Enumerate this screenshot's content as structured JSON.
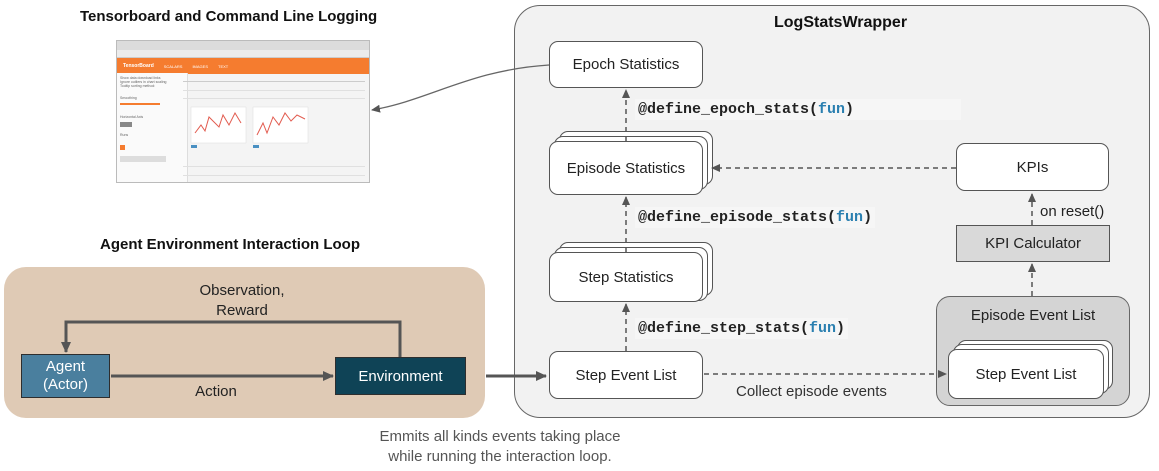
{
  "tensorboard": {
    "title": "Tensorboard and Command Line Logging",
    "brand": "TensorBoard",
    "nav": [
      "SCALARS",
      "IMAGES",
      "TEXT"
    ],
    "sidebar": [
      "Show data download links",
      "Ignore outliers in chart scaling",
      "Tooltip sorting method:",
      "Smoothing",
      "Horizontal Axis",
      "Runs"
    ]
  },
  "wrapper": {
    "title": "LogStatsWrapper",
    "epoch_stats": "Epoch Statistics",
    "episode_stats": "Episode Statistics",
    "step_stats": "Step Statistics",
    "step_event_list": "Step Event List",
    "kpis": "KPIs",
    "kpi_calculator": "KPI Calculator",
    "on_reset": "on reset()",
    "episode_event_list": "Episode Event List",
    "inner_step_event_list": "Step Event List",
    "collect": "Collect episode events",
    "epoch_decorator": "@define_epoch_stats(",
    "episode_decorator": "@define_episode_stats(",
    "step_decorator": "@define_step_stats(",
    "fun": "fun",
    "close": ")"
  },
  "loop": {
    "title": "Agent Environment Interaction Loop",
    "agent_line1": "Agent",
    "agent_line2": "(Actor)",
    "environment": "Environment",
    "obs_line1": "Observation,",
    "obs_line2": "Reward",
    "action": "Action",
    "caption_line1": "Emmits all kinds events taking place",
    "caption_line2": "while running the interaction loop."
  },
  "colors": {
    "loop_bg": "#dfcab5",
    "agent": "#4a7f9e",
    "environment": "#0f4356",
    "wrapper_bg": "#f2f2f2",
    "kpi_calc": "#d9d9d9",
    "tb_header": "#f57c2f",
    "fun": "#2a7fb0"
  }
}
